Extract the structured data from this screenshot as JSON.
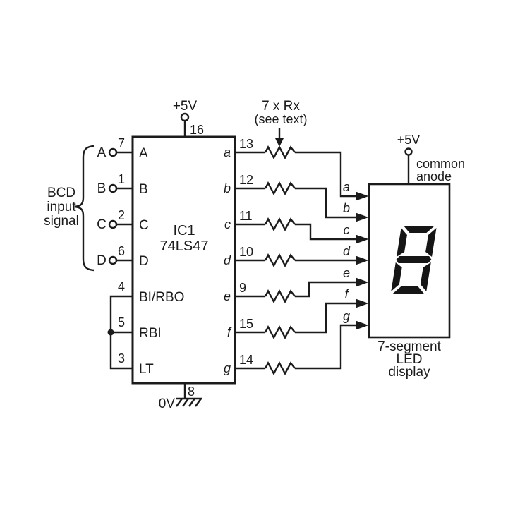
{
  "colors": {
    "ink": "#1b1b1b",
    "background": "#ffffff",
    "digit": "#161616"
  },
  "bcd_brace": {
    "lines": [
      "BCD",
      "input",
      "signal"
    ]
  },
  "ic": {
    "ref": "IC1",
    "part": "74LS47",
    "supply": {
      "label": "+5V",
      "pin": "16"
    },
    "ground": {
      "label": "0V",
      "pin": "8"
    },
    "inputs": [
      {
        "terminal": "A",
        "pin": "7",
        "port": "A"
      },
      {
        "terminal": "B",
        "pin": "1",
        "port": "B"
      },
      {
        "terminal": "C",
        "pin": "2",
        "port": "C"
      },
      {
        "terminal": "D",
        "pin": "6",
        "port": "D"
      }
    ],
    "controls": [
      {
        "pin": "4",
        "port": "BI/RBO"
      },
      {
        "pin": "5",
        "port": "RBI"
      },
      {
        "pin": "3",
        "port": "LT"
      }
    ],
    "outputs": [
      {
        "port": "a",
        "pin": "13"
      },
      {
        "port": "b",
        "pin": "12"
      },
      {
        "port": "c",
        "pin": "11"
      },
      {
        "port": "d",
        "pin": "10"
      },
      {
        "port": "e",
        "pin": "9"
      },
      {
        "port": "f",
        "pin": "15"
      },
      {
        "port": "g",
        "pin": "14"
      }
    ]
  },
  "resistors": {
    "note_line1": "7 x Rx",
    "note_line2": "(see text)"
  },
  "display": {
    "supply_label": "+5V",
    "anode_line1": "common",
    "anode_line2": "anode",
    "segment_inputs": [
      "a",
      "b",
      "c",
      "d",
      "e",
      "f",
      "g"
    ],
    "digit": "8",
    "caption": [
      "7-segment",
      "LED",
      "display"
    ]
  }
}
